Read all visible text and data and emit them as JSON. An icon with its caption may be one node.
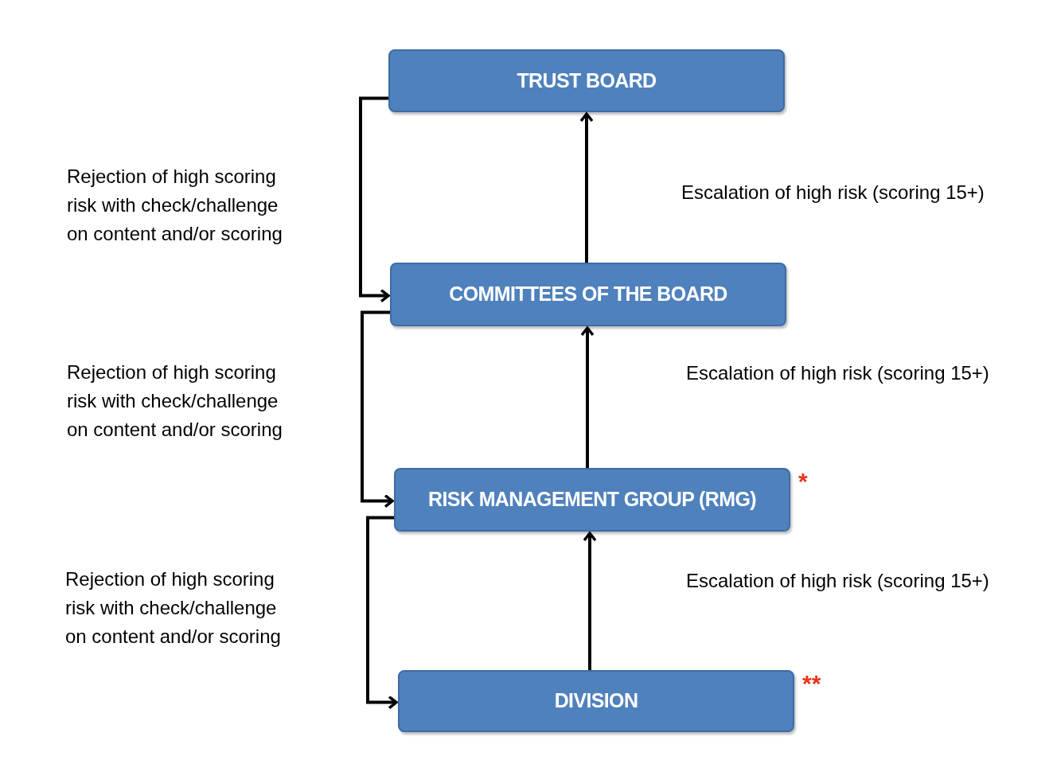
{
  "diagram": {
    "nodes": [
      {
        "text": [
          "TRUST BOARD"
        ]
      },
      {
        "text": [
          "COMMITTEES OF THE BOARD"
        ]
      },
      {
        "text": [
          "RISK MANAGEMENT GROUP (RMG)"
        ],
        "beside": [
          "*"
        ]
      },
      {
        "text": [
          "DIVISION"
        ],
        "beside": [
          "**"
        ]
      }
    ],
    "edges": [
      {
        "from": 1,
        "to": 0,
        "arrow": "to"
      },
      {
        "from": 2,
        "to": 1,
        "arrow": "to"
      },
      {
        "from": 3,
        "to": 2,
        "arrow": "to"
      },
      {
        "from": 0,
        "to": 1,
        "arrow": "to"
      },
      {
        "from": 1,
        "to": 2,
        "arrow": "to"
      },
      {
        "from": 2,
        "to": 3,
        "arrow": "to"
      }
    ],
    "labels": [
      "Rejection of high scoring risk with check/challenge on content and/or scoring",
      "Escalation of high risk (scoring 15+)",
      "Rejection of high scoring risk with check/challenge on content and/or scoring",
      "Escalation of high risk (scoring 15+)",
      "Rejection of high scoring risk with check/challenge on content and/or scoring",
      "Escalation of high risk (scoring 15+)"
    ]
  }
}
